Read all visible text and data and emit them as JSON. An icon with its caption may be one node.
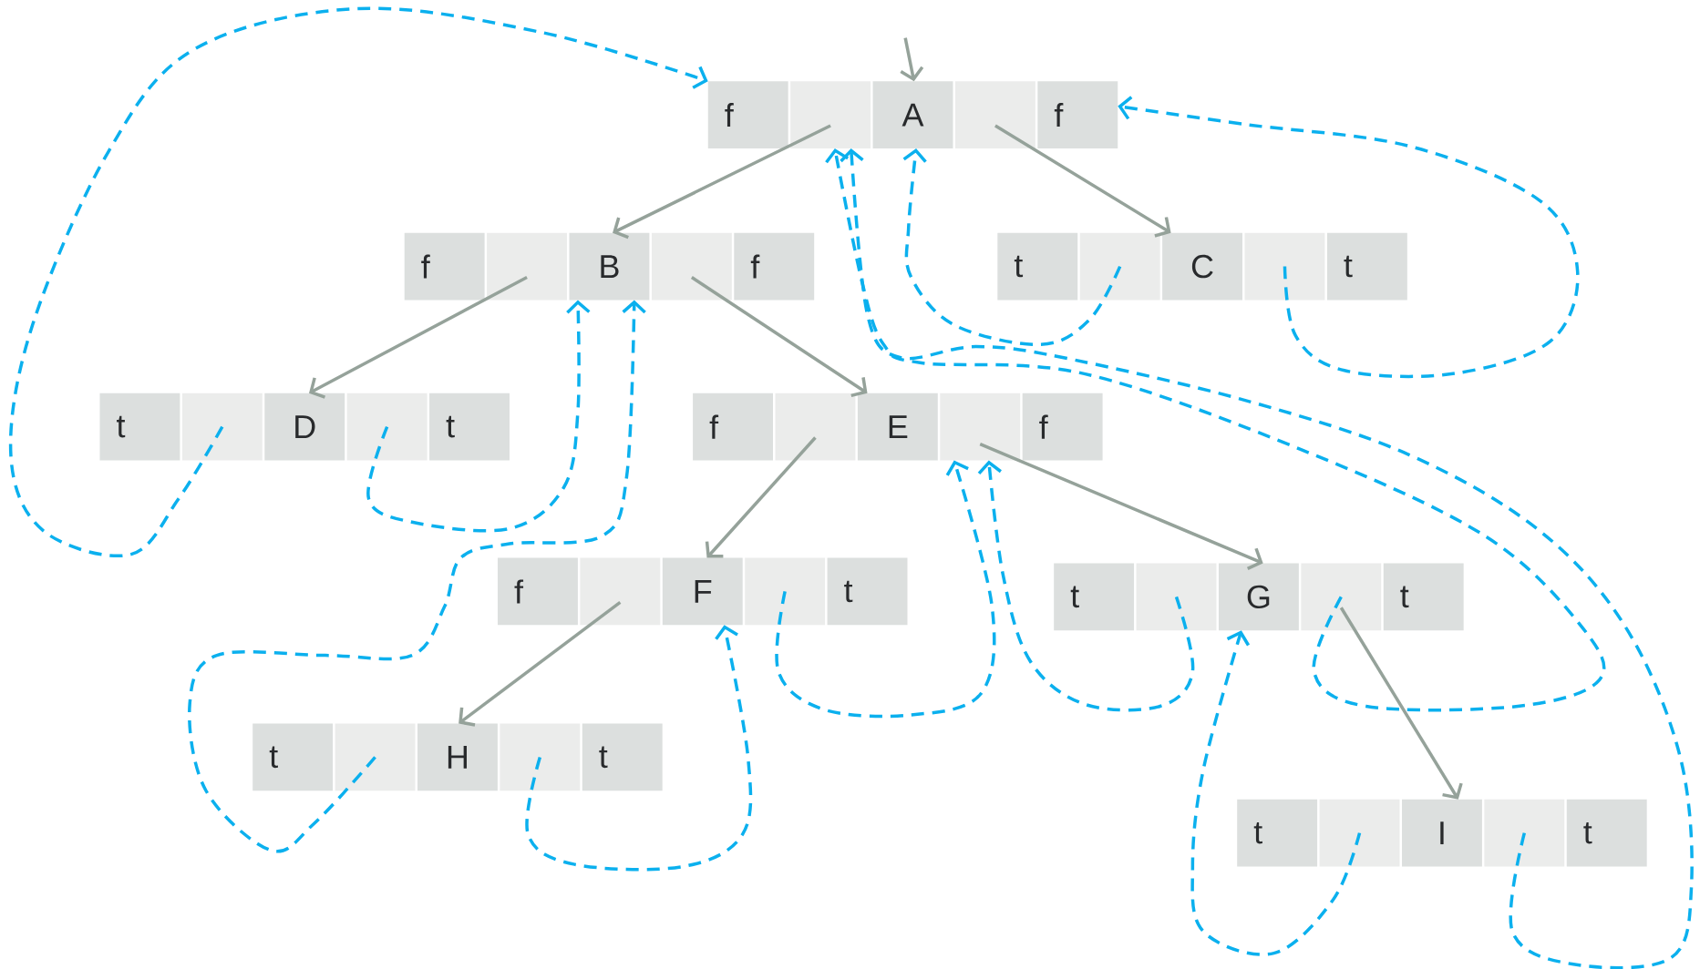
{
  "diagram": {
    "nodes": [
      {
        "text": [
          "f"
        ]
      },
      {
        "text": [],
        "shape": "box"
      },
      {
        "text": [
          "A"
        ]
      },
      {
        "text": [],
        "shape": "box"
      },
      {
        "text": [
          "f"
        ]
      },
      {
        "text": [
          "f"
        ]
      },
      {
        "text": [],
        "shape": "box"
      },
      {
        "text": [
          "B"
        ]
      },
      {
        "text": [],
        "shape": "box"
      },
      {
        "text": [
          "f"
        ]
      },
      {
        "text": [
          "t"
        ]
      },
      {
        "text": [],
        "shape": "box"
      },
      {
        "text": [
          "C"
        ]
      },
      {
        "text": [],
        "shape": "box"
      },
      {
        "text": [
          "t"
        ]
      },
      {
        "text": [
          "t"
        ]
      },
      {
        "text": [],
        "shape": "box"
      },
      {
        "text": [
          "D"
        ]
      },
      {
        "text": [],
        "shape": "box"
      },
      {
        "text": [
          "t"
        ]
      },
      {
        "text": [
          "f"
        ]
      },
      {
        "text": [],
        "shape": "box"
      },
      {
        "text": [
          "E"
        ]
      },
      {
        "text": [],
        "shape": "box"
      },
      {
        "text": [
          "f"
        ]
      },
      {
        "text": [
          "f"
        ]
      },
      {
        "text": [],
        "shape": "box"
      },
      {
        "text": [
          "F"
        ]
      },
      {
        "text": [],
        "shape": "box"
      },
      {
        "text": [
          "t"
        ]
      },
      {
        "text": [
          "t"
        ]
      },
      {
        "text": [],
        "shape": "box"
      },
      {
        "text": [
          "G"
        ]
      },
      {
        "text": [],
        "shape": "box"
      },
      {
        "text": [
          "t"
        ]
      },
      {
        "text": [
          "t"
        ]
      },
      {
        "text": [],
        "shape": "box"
      },
      {
        "text": [
          "H"
        ]
      },
      {
        "text": [],
        "shape": "box"
      },
      {
        "text": [
          "t"
        ]
      },
      {
        "text": [
          "t"
        ]
      },
      {
        "text": [],
        "shape": "box"
      },
      {
        "text": [
          "I"
        ]
      },
      {
        "text": [],
        "shape": "box"
      },
      {
        "text": [
          "t"
        ]
      }
    ],
    "edges": [
      {
        "from": null,
        "to": 2,
        "arrow": "to",
        "color": "#95a29a"
      },
      {
        "from": 1,
        "to": 7,
        "arrow": "to",
        "color": "#95a29a"
      },
      {
        "from": 3,
        "to": 12,
        "arrow": "to",
        "color": "#95a29a"
      },
      {
        "from": 6,
        "to": 17,
        "arrow": "to",
        "color": "#95a29a"
      },
      {
        "from": 8,
        "to": 22,
        "arrow": "to",
        "color": "#95a29a"
      },
      {
        "from": 21,
        "to": 27,
        "arrow": "to",
        "color": "#95a29a"
      },
      {
        "from": 23,
        "to": 32,
        "arrow": "to",
        "color": "#95a29a"
      },
      {
        "from": 26,
        "to": 37,
        "arrow": "to",
        "color": "#95a29a"
      },
      {
        "from": 33,
        "to": 42,
        "arrow": "to",
        "color": "#95a29a"
      },
      {
        "from": 16,
        "to": 0,
        "arrow": "to",
        "style": "dashed",
        "color": "#0bb0ee"
      },
      {
        "from": 18,
        "to": 7,
        "arrow": "to",
        "style": "dashed",
        "color": "#0bb0ee"
      },
      {
        "from": 36,
        "to": 7,
        "arrow": "to",
        "style": "dashed",
        "color": "#0bb0ee"
      },
      {
        "from": 38,
        "to": 27,
        "arrow": "to",
        "style": "dashed",
        "color": "#0bb0ee"
      },
      {
        "from": 28,
        "to": 23,
        "arrow": "to",
        "style": "dashed",
        "color": "#0bb0ee"
      },
      {
        "from": 31,
        "to": 23,
        "arrow": "to",
        "style": "dashed",
        "color": "#0bb0ee"
      },
      {
        "from": 41,
        "to": 32,
        "arrow": "to",
        "style": "dashed",
        "color": "#0bb0ee"
      },
      {
        "from": 33,
        "to": 1,
        "arrow": "to",
        "style": "dashed",
        "color": "#0bb0ee"
      },
      {
        "from": 43,
        "to": 1,
        "arrow": "to",
        "style": "dashed",
        "color": "#0bb0ee"
      },
      {
        "from": 11,
        "to": 2,
        "arrow": "to",
        "style": "dashed",
        "color": "#0bb0ee"
      },
      {
        "from": 13,
        "to": 4,
        "arrow": "to",
        "style": "dashed",
        "color": "#0bb0ee"
      }
    ]
  }
}
